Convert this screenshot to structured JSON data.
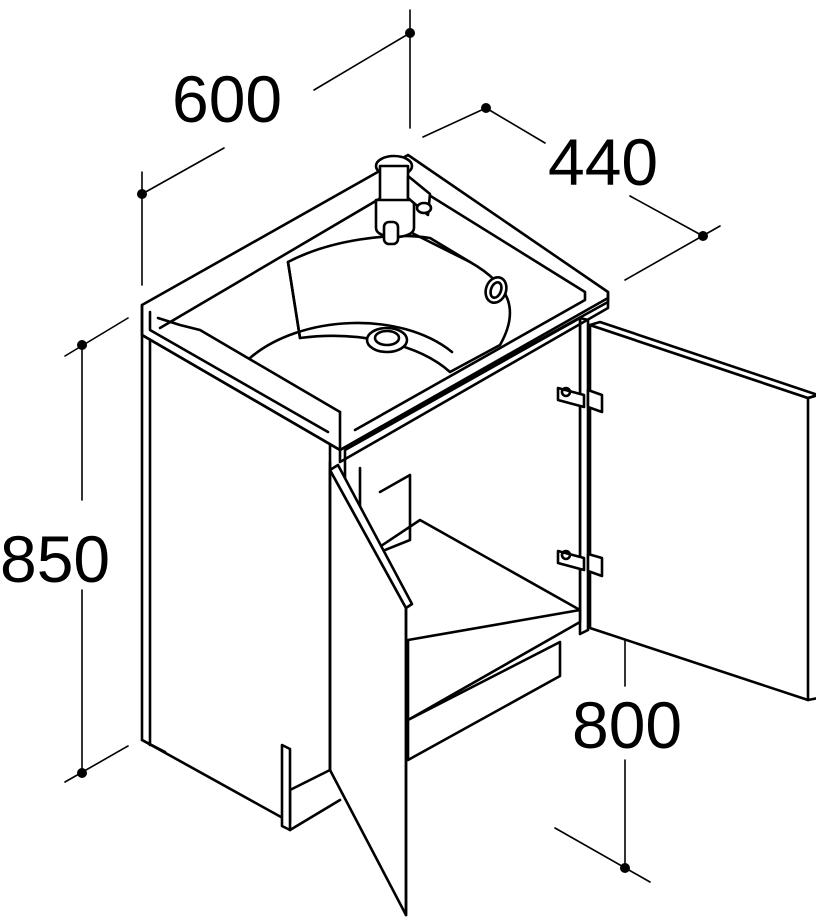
{
  "dimensions": {
    "width": "600",
    "depth": "440",
    "height": "850",
    "inner_height": "800"
  },
  "colors": {
    "line": "#000000",
    "background": "#ffffff"
  }
}
